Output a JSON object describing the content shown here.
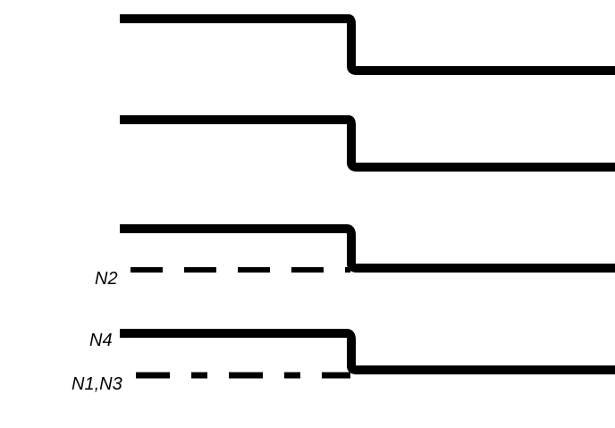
{
  "colors": {
    "line": "#000000",
    "background": "#ffffff"
  },
  "waveforms": [
    {
      "id": "row-1",
      "labels": []
    },
    {
      "id": "row-2",
      "labels": []
    },
    {
      "id": "row-3",
      "labels": [
        "N2"
      ]
    },
    {
      "id": "row-4",
      "labels": [
        "N4",
        "N1,N3"
      ]
    }
  ]
}
